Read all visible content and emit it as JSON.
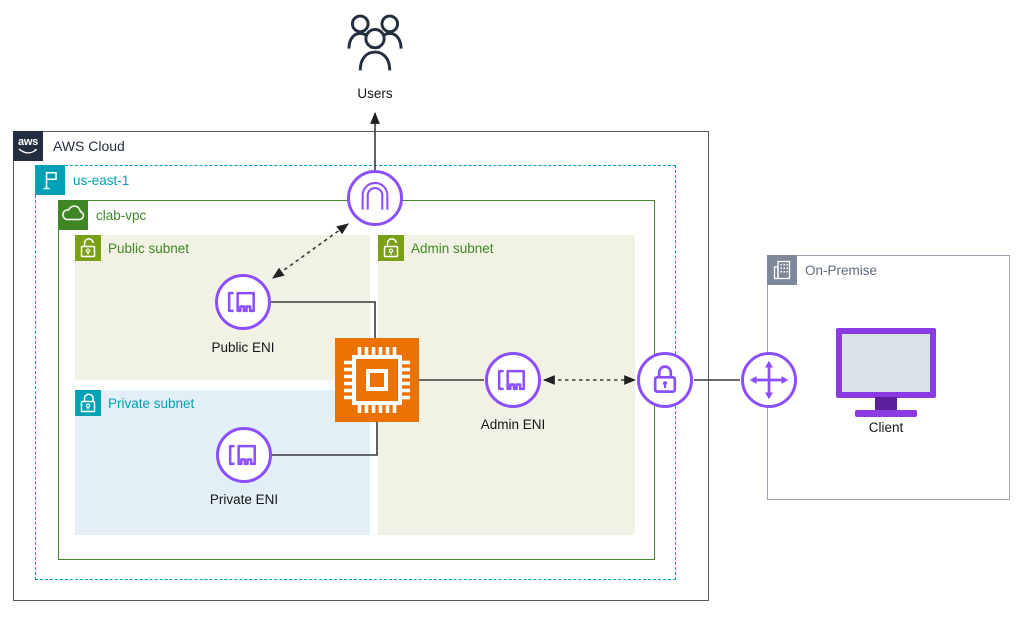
{
  "users": {
    "label": "Users"
  },
  "aws_cloud": {
    "label": "AWS Cloud",
    "logo_text": "aws"
  },
  "region": {
    "label": "us-east-1"
  },
  "vpc": {
    "label": "clab-vpc"
  },
  "subnets": {
    "public": {
      "label": "Public subnet"
    },
    "admin": {
      "label": "Admin subnet"
    },
    "private": {
      "label": "Private subnet"
    }
  },
  "nodes": {
    "public_eni": {
      "label": "Public ENI"
    },
    "private_eni": {
      "label": "Private ENI"
    },
    "admin_eni": {
      "label": "Admin ENI"
    },
    "client": {
      "label": "Client"
    }
  },
  "on_premise": {
    "label": "On-Premise"
  },
  "connections": [
    {
      "from": "internet-gateway",
      "to": "users",
      "style": "solid",
      "arrow": "end"
    },
    {
      "from": "public-eni",
      "to": "internet-gateway",
      "style": "dashed",
      "arrow": "both"
    },
    {
      "from": "public-eni",
      "to": "ec2-instance",
      "style": "solid",
      "arrow": "none"
    },
    {
      "from": "private-eni",
      "to": "ec2-instance",
      "style": "solid",
      "arrow": "none"
    },
    {
      "from": "ec2-instance",
      "to": "admin-eni",
      "style": "solid",
      "arrow": "none"
    },
    {
      "from": "admin-eni",
      "to": "lock",
      "style": "dashed",
      "arrow": "both"
    },
    {
      "from": "lock",
      "to": "gateway-arrows",
      "style": "solid",
      "arrow": "none"
    },
    {
      "from": "gateway-arrows",
      "to": "client",
      "style": "none",
      "arrow": "none"
    }
  ],
  "colors": {
    "aws_navy": "#232F3E",
    "icon_purple": "#8C4FFF",
    "ec2_orange": "#ED7100",
    "region_teal": "#00A1B5",
    "vpc_green": "#3F8624",
    "subnet_olive": "#7AA116",
    "onprem_gray": "#7D8998",
    "subnet_public_bg": "#F1F2E4",
    "subnet_private_bg": "#E2EFF6"
  }
}
